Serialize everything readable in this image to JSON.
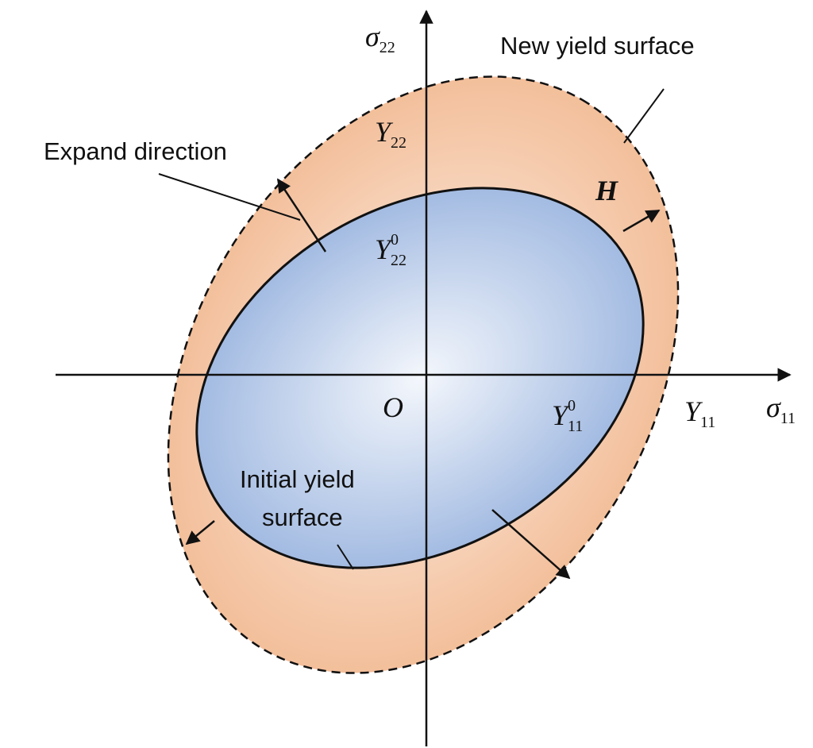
{
  "labels": {
    "new_yield_surface": "New yield surface",
    "expand_direction": "Expand direction",
    "initial_yield_line1": "Initial yield",
    "initial_yield_line2": "surface",
    "H": "H",
    "origin": "O",
    "sigma": "σ",
    "sigma22_sub": "22",
    "sigma11_sub": "11",
    "Y": "Y",
    "Y22_sub": "22",
    "Y11_sub": "11",
    "Y0_sup": "0"
  },
  "colors": {
    "outer_fill": "#f4c3a0",
    "inner_fill": "#a9bfe4",
    "stroke": "#111111"
  }
}
